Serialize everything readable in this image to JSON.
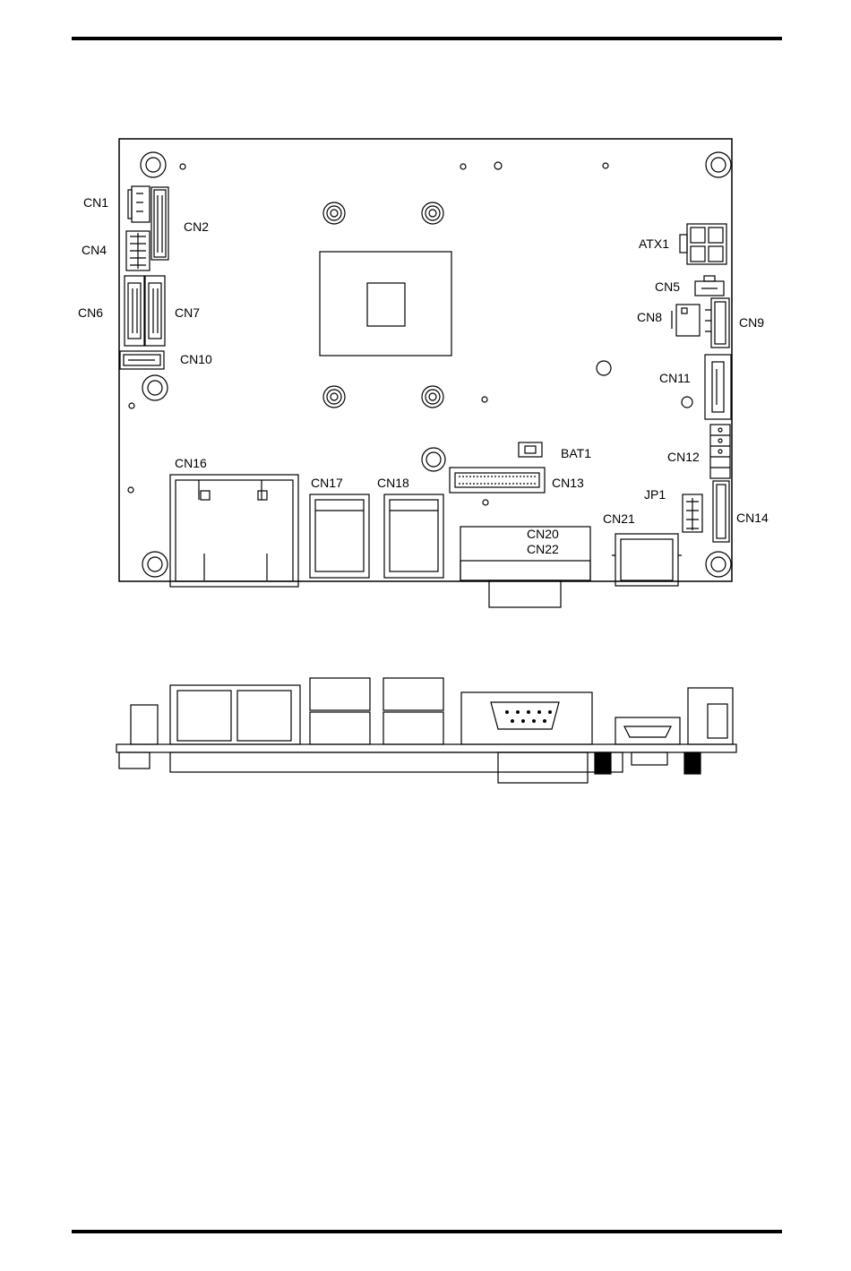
{
  "board_labels": {
    "cn1": "CN1",
    "cn2": "CN2",
    "cn4": "CN4",
    "cn5": "CN5",
    "cn6": "CN6",
    "cn7": "CN7",
    "cn8": "CN8",
    "cn9": "CN9",
    "cn10": "CN10",
    "cn11": "CN11",
    "cn12": "CN12",
    "cn13": "CN13",
    "cn14": "CN14",
    "cn16": "CN16",
    "cn17": "CN17",
    "cn18": "CN18",
    "cn20": "CN20",
    "cn21": "CN21",
    "cn22": "CN22",
    "atx1": "ATX1",
    "bat1": "BAT1",
    "jp1": "JP1"
  }
}
